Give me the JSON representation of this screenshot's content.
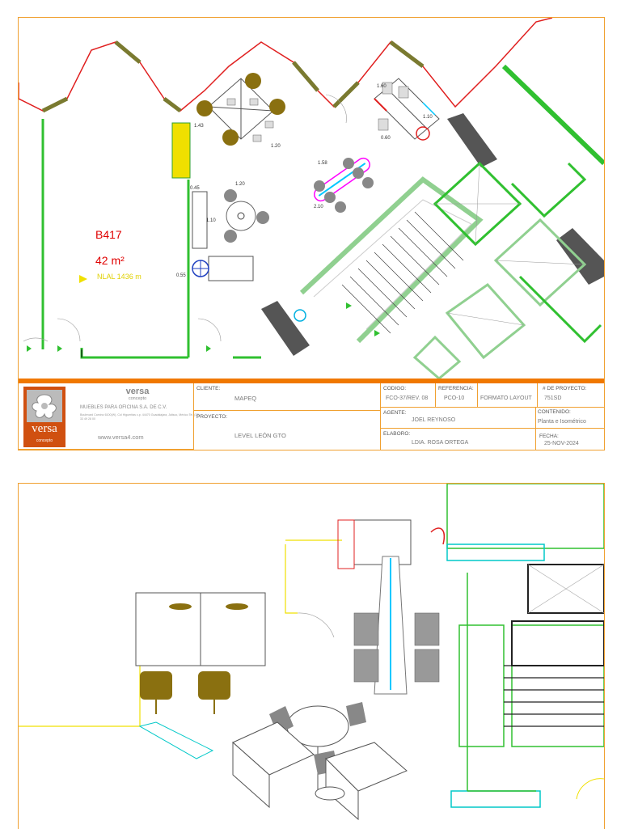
{
  "room": {
    "id": "B417",
    "area": "42 m²",
    "nlal": "NLAL 1436 m"
  },
  "dimensions": [
    "1.60",
    "1.43",
    "1.20",
    "1.20",
    "1.58",
    "2.10",
    "1.10",
    "0.45",
    "0.55",
    "1.10",
    "0.60"
  ],
  "titleblock": {
    "brand": "versa",
    "brand_sub": "concepto",
    "company": "MUEBLES PARA OFICINA S.A. DE C.V.",
    "address": "Boulevard Camino 6100(W), Col Higueritas c.p. 44470 Guadalajara, Jalisco, México Tel. (33) 33 49 28 00",
    "website": "www.versa4.com",
    "logo_word": "versa",
    "logo_sub": "concepto",
    "cliente_label": "CLIENTE:",
    "cliente": "MAPEQ",
    "proyecto_label": "PROYECTO:",
    "proyecto": "LEVEL LEÓN GTO",
    "codigo_label": "CODIGO:",
    "codigo": "FCO-37/REV. 08",
    "referencia_label": "REFERENCIA:",
    "referencia": "PCO-10",
    "formato": "FORMATO LAYOUT",
    "num_proyecto_label": "# DE PROYECTO:",
    "num_proyecto": "751SD",
    "agente_label": "AGENTE:",
    "agente": "JOEL REYNOSO",
    "contenido_label": "CONTENIDO:",
    "contenido": "Planta e Isométrico",
    "elaboro_label": "ELABORO:",
    "elaboro": "LDIA. ROSA ORTEGA",
    "fecha_label": "FECHA:",
    "fecha": "25-NOV-2024"
  },
  "colors": {
    "accent_orange": "#f07800",
    "wall_green": "#30c030",
    "glass_red": "#e02020",
    "chair_olive": "#8a7010",
    "column_gray": "#555555",
    "highlight_yellow": "#f0e000"
  }
}
